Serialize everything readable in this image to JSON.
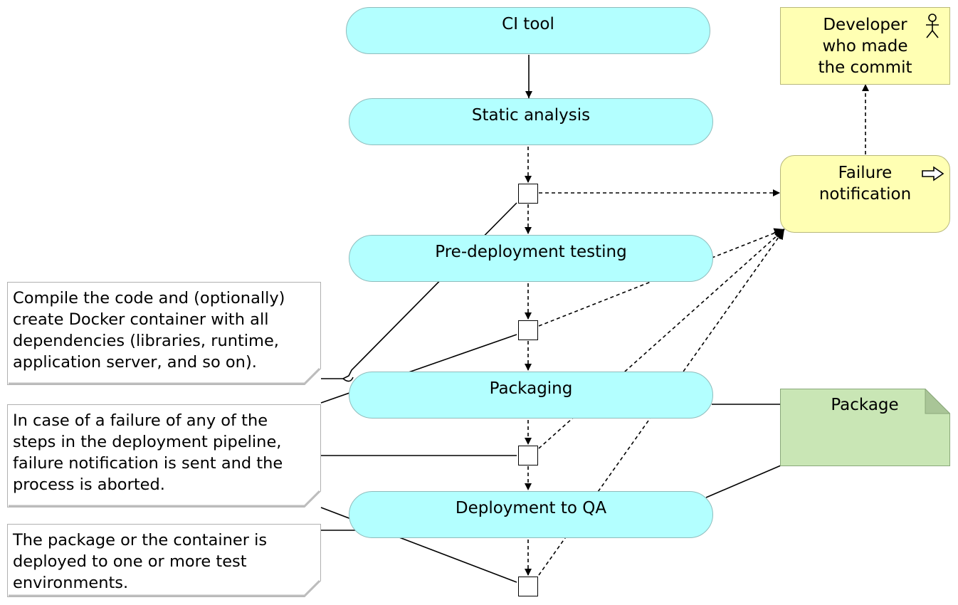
{
  "processes": {
    "ci_tool": "CI tool",
    "static_analysis": "Static analysis",
    "pre_deployment_testing": "Pre-deployment testing",
    "packaging": "Packaging",
    "deployment_to_qa": "Deployment to QA"
  },
  "actor": {
    "line1": "Developer",
    "line2": "who made",
    "line3": "the commit"
  },
  "event": {
    "line1": "Failure",
    "line2": "notification"
  },
  "artifact": {
    "label": "Package"
  },
  "notes": {
    "compile": [
      "Compile the code and (optionally)",
      "create Docker container with all",
      "dependencies (libraries, runtime,",
      "application server, and so on)."
    ],
    "failure": [
      "In case of a failure of any of the",
      "steps in the deployment pipeline,",
      "failure notification is sent and the",
      "process is aborted."
    ],
    "deploy": [
      "The package or the container is",
      "deployed to one or more test",
      "environments."
    ]
  },
  "colors": {
    "process_fill": "#b3ffff",
    "actor_fill": "#ffffb3",
    "artifact_fill": "#c9e6b5",
    "note_fill": "#ffffff"
  },
  "icons": {
    "actor": "stick-figure-icon",
    "event": "arrow-right-outline-icon"
  }
}
